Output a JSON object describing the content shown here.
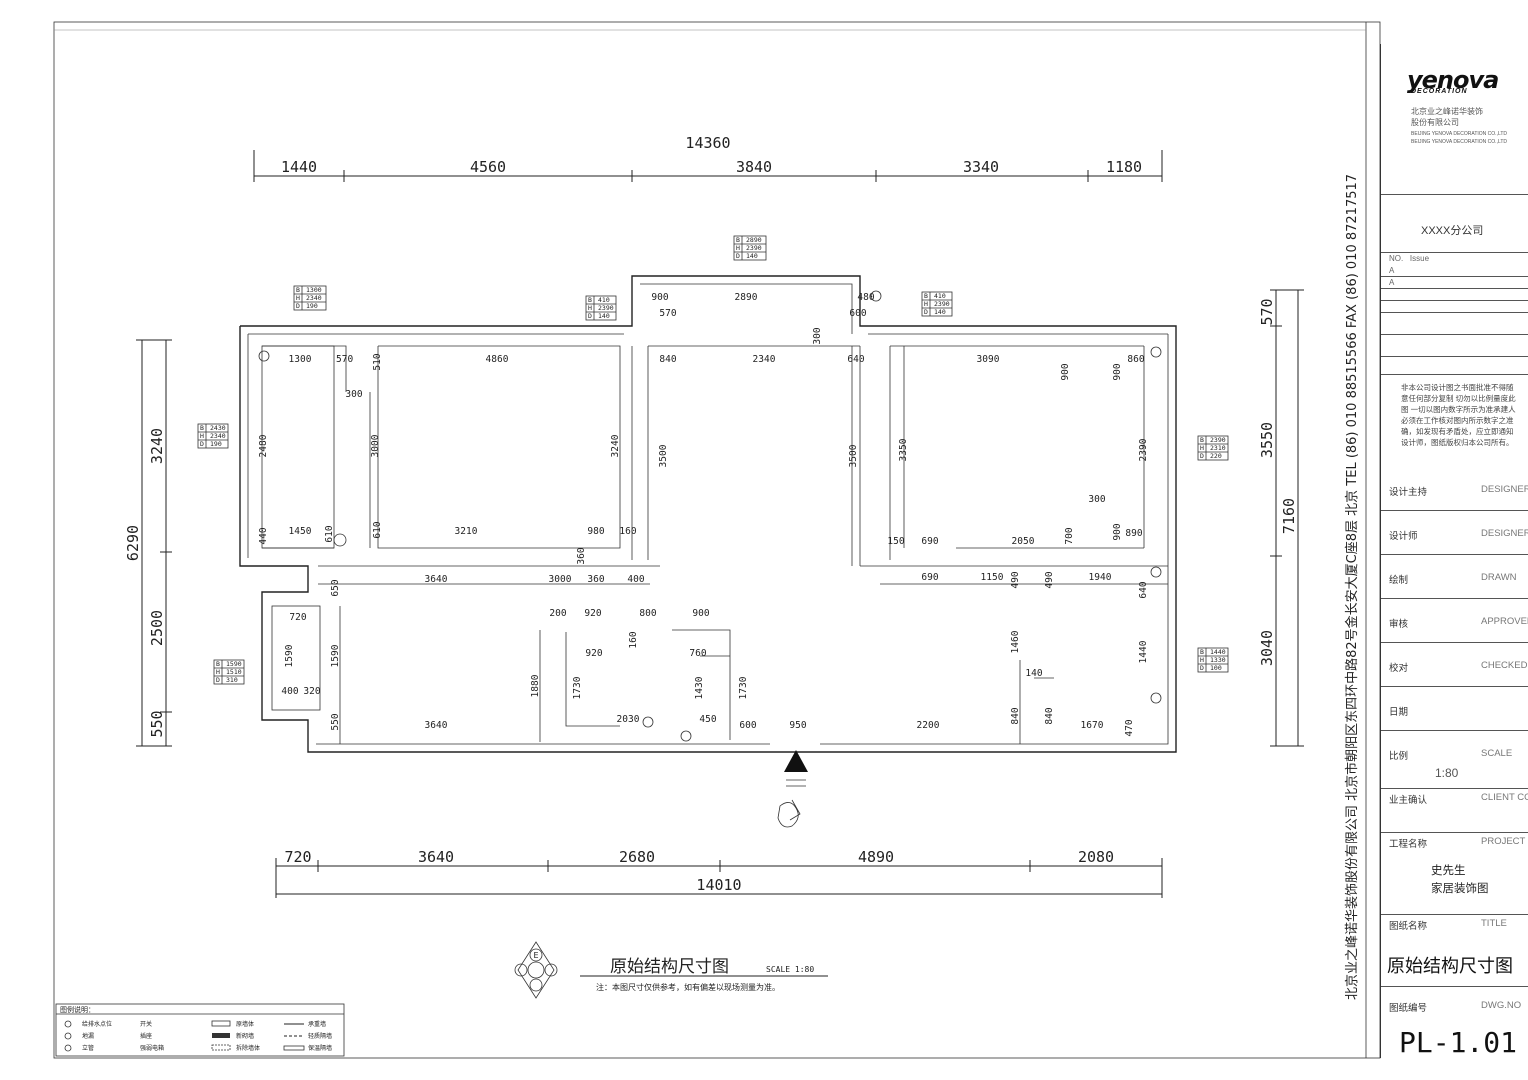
{
  "plan": {
    "top_total": "14360",
    "top_segments": [
      "1440",
      "4560",
      "3840",
      "3340",
      "1180"
    ],
    "bottom_total": "14010",
    "bottom_segments": [
      "720",
      "3640",
      "2680",
      "4890",
      "2080"
    ],
    "left_total": "6290",
    "left_segments": [
      "3240",
      "2500",
      "550"
    ],
    "right_total": "7160",
    "right_segments": [
      "570",
      "3550",
      "3040"
    ],
    "interior": {
      "room1": [
        "1300",
        "570",
        "2480",
        "440",
        "1450",
        "610",
        "300"
      ],
      "room2": [
        "4860",
        "510",
        "3000",
        "3240",
        "3210",
        "610",
        "980",
        "160",
        "360"
      ],
      "corridor": [
        "840",
        "2340",
        "640",
        "3500",
        "3500",
        "300"
      ],
      "bay": [
        "2890",
        "570",
        "600",
        "900",
        "480"
      ],
      "room3": [
        "3090",
        "900",
        "900",
        "3350",
        "2390",
        "860",
        "300",
        "700",
        "900",
        "890",
        "150",
        "690",
        "2050"
      ],
      "lower": [
        "3640",
        "3000",
        "360",
        "400",
        "1150",
        "490",
        "490",
        "1940",
        "640",
        "690",
        "1460",
        "1440",
        "140",
        "840",
        "840",
        "1670",
        "470"
      ],
      "lower_left": [
        "720",
        "1590",
        "1590",
        "400",
        "320",
        "650",
        "550",
        "3640"
      ],
      "kitchen": [
        "200",
        "920",
        "800",
        "900",
        "160",
        "920",
        "760",
        "1730",
        "1430",
        "1730",
        "1880",
        "2030",
        "450",
        "600",
        "950",
        "2200"
      ]
    },
    "tags": {
      "tag_a": [
        "B",
        "1300",
        "H",
        "2340",
        "D",
        "190"
      ],
      "tag_b": [
        "B",
        "2890",
        "H",
        "2390",
        "D",
        "140"
      ],
      "tag_c": [
        "B",
        "410",
        "H",
        "2390",
        "D",
        "140"
      ],
      "tag_d": [
        "B",
        "410",
        "H",
        "2390",
        "D",
        "140"
      ],
      "tag_e": [
        "B",
        "2430",
        "H",
        "2340",
        "D",
        "190"
      ],
      "tag_f": [
        "B",
        "2390",
        "H",
        "2310",
        "D",
        "220"
      ],
      "tag_g": [
        "B",
        "1590",
        "H",
        "1510",
        "D",
        "310"
      ],
      "tag_h": [
        "B",
        "1440",
        "H",
        "1330",
        "D",
        "100"
      ]
    }
  },
  "drawing_title": "原始结构尺寸图",
  "drawing_scale": "SCALE 1:80",
  "drawing_note": "注：本图尺寸仅供参考，如有偏差以现场测量为准。",
  "compass_letters": [
    "E"
  ],
  "legend": {
    "title": "图例说明：",
    "items": [
      "给排水点位",
      "地漏",
      "立管",
      "开关",
      "插座",
      "强弱电箱",
      "原墙体",
      "新砌墙",
      "拆除墙体",
      "承重墙",
      "轻质隔墙",
      "保温隔墙"
    ]
  },
  "side_text": "北京业之峰诺华装饰股份有限公司  北京市朝阳区东四环中路82号金长安大厦C座8层   北京   TEL (86) 010 88515566   FAX (86) 010 87217517",
  "title_block": {
    "logo_text": "yenova",
    "logo_sub": "DECORATION",
    "company_cn": [
      "北京业之峰诺华装饰",
      "股份有限公司"
    ],
    "company_en": [
      "BEIJING YENOVA DECORATION CO.,LTD",
      "BEIJING YENOVA DECORATION CO.,LTD"
    ],
    "branch": "XXXX分公司",
    "issue_no": "NO.",
    "issue_label": "Issue",
    "issue_rows": [
      "A",
      "A"
    ],
    "notice": "非本公司设计图之书面批准不得随意任何部分复制 切勿以比例量度此图 一切以图内数字所示为准承建人必须在工作核对图内所示数字之准确，如发现有矛盾处，应立即通知设计师，图纸版权归本公司所有。",
    "fields": [
      {
        "label": "设计主持",
        "value": "DESIGNER HOST"
      },
      {
        "label": "设计师",
        "value": "DESIGNER"
      },
      {
        "label": "绘制",
        "value": "DRAWN"
      },
      {
        "label": "审核",
        "value": "APPROVED"
      },
      {
        "label": "校对",
        "value": "CHECKED"
      },
      {
        "label": "日期",
        "value": ""
      },
      {
        "label": "比例",
        "value": "SCALE"
      },
      {
        "label": "业主确认",
        "value": "CLIENT CONFIRM"
      },
      {
        "label": "工程名称",
        "value": "PROJECT"
      },
      {
        "label": "图纸名称",
        "value": "TITLE"
      },
      {
        "label": "图纸编号",
        "value": "DWG.NO"
      }
    ],
    "scale_value": "1:80",
    "project_client": "史先生",
    "project_name": "家居装饰图",
    "drawing_title": "原始结构尺寸图",
    "drawing_no": "PL-1.01"
  }
}
